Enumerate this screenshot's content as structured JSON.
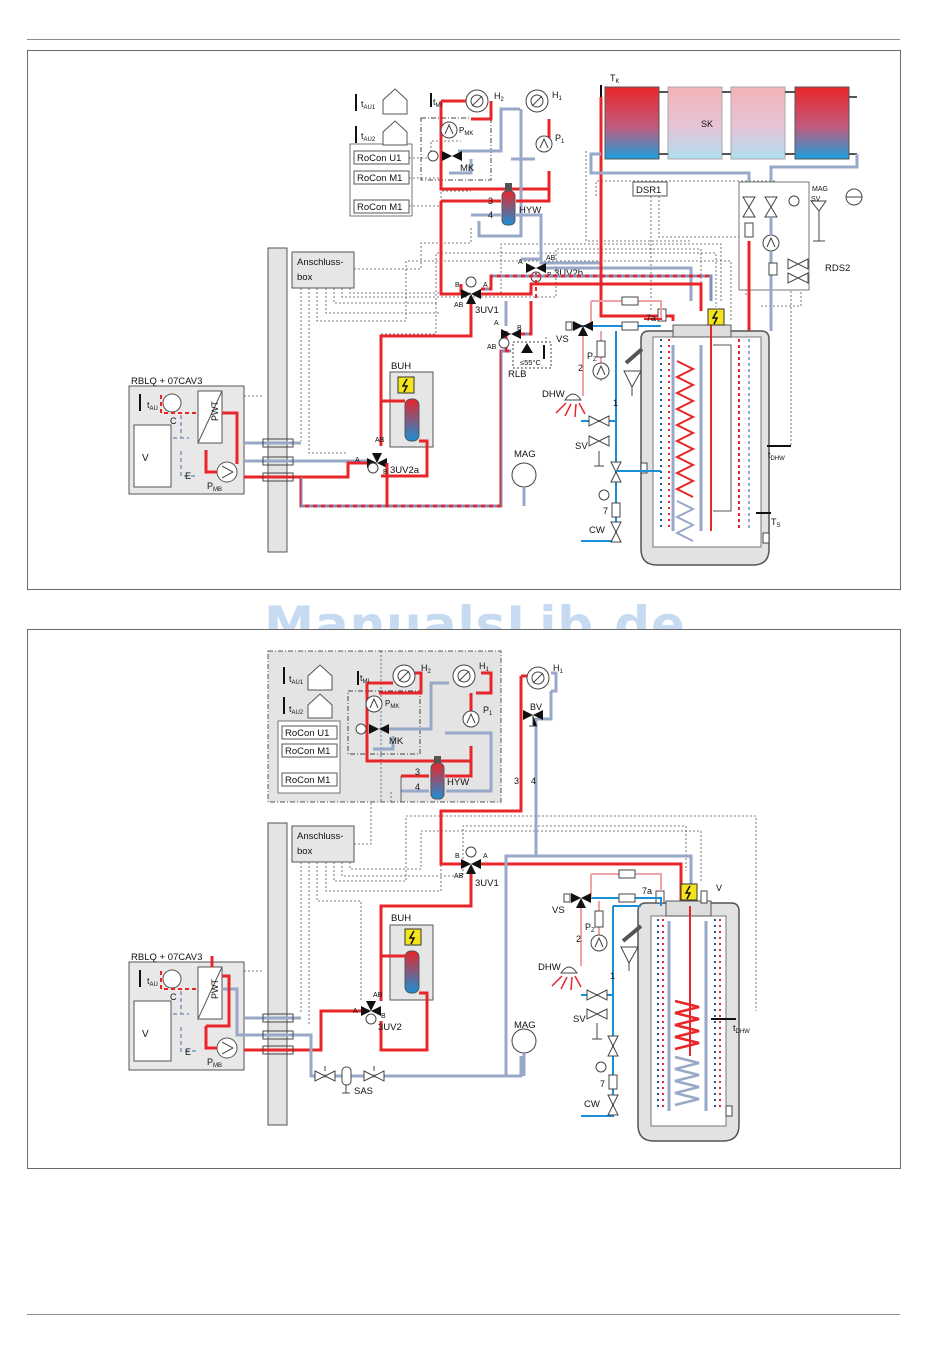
{
  "watermark": "ManualsLib.de",
  "colors": {
    "hot": "#e8262a",
    "return": "#98a8c8",
    "cold": "#1a8fd8",
    "control": "#555555",
    "box": "#e6e6e6"
  },
  "diagram_top": {
    "outdoor_unit": "RBLQ + 07CAV3",
    "terminal_box": [
      "Anschluss-",
      "box"
    ],
    "rocon": [
      "RoCon U1",
      "RoCon M1",
      "RoCon M1"
    ],
    "sensor_au1": "t",
    "sensor_au1_sub": "AU1",
    "sensor_au2": "t",
    "sensor_au2_sub": "AU2",
    "sensor_mi": "t",
    "sensor_mi_sub": "MI",
    "mixer": "MK",
    "pump_mk": "P",
    "pump_mk_sub": "MK",
    "pump_1": "P",
    "pump_1_sub": "1",
    "h1": "H",
    "h1_sub": "1",
    "h2": "H",
    "h2_sub": "2",
    "hyw": "HYW",
    "num3": "3",
    "num4": "4",
    "v3uv2b": "3UV2b",
    "v3uv1": "3UV1",
    "v3uv2a": "3UV2a",
    "buh": "BUH",
    "rlb": "RLB",
    "rlb_temp": "≤55°C",
    "mag": "MAG",
    "dsr1": "DSR1",
    "sk": "SK",
    "tk": "T",
    "tk_sub": "K",
    "rds2": "RDS2",
    "mag_sv": "MAG",
    "sv_small": "SV",
    "vs": "VS",
    "pz": "P",
    "pz_sub": "Z",
    "dhw": "DHW",
    "sv": "SV",
    "cw": "CW",
    "n1": "1",
    "n2": "2",
    "n7": "7",
    "n7a": "7a",
    "t_dhw": "t",
    "t_dhw_sub": "DHW",
    "ts": "T",
    "ts_sub": "S",
    "tau": "t",
    "tau_sub": "AU",
    "pwt": "PWT",
    "c": "C",
    "e": "E",
    "v": "V",
    "pmb": "P",
    "pmb_sub": "MB",
    "ab": "AB",
    "a": "A",
    "b": "B"
  },
  "diagram_bottom": {
    "outdoor_unit": "RBLQ + 07CAV3",
    "terminal_box": [
      "Anschluss-",
      "box"
    ],
    "rocon": [
      "RoCon U1",
      "RoCon M1",
      "RoCon M1"
    ],
    "sensor_au1": "t",
    "sensor_au1_sub": "AU1",
    "sensor_au2": "t",
    "sensor_au2_sub": "AU2",
    "sensor_mi": "t",
    "sensor_mi_sub": "MI",
    "mixer": "MK",
    "pump_mk": "P",
    "pump_mk_sub": "MK",
    "pump_1": "P",
    "pump_1_sub": "1",
    "h1": "H",
    "h1_sub": "1",
    "h2": "H",
    "h2_sub": "2",
    "h1b": "H",
    "h1b_sub": "1",
    "bv": "BV",
    "hyw": "HYW",
    "num3": "3",
    "num4": "4",
    "v3uv1": "3UV1",
    "v3uv2": "3UV2",
    "buh": "BUH",
    "mag": "MAG",
    "sas": "SAS",
    "vs": "VS",
    "pz": "P",
    "pz_sub": "Z",
    "dhw": "DHW",
    "sv": "SV",
    "cw": "CW",
    "n1": "1",
    "n2": "2",
    "n7": "7",
    "n7a": "7a",
    "v_label": "V",
    "t_dhw": "t",
    "t_dhw_sub": "DHW",
    "tau": "t",
    "tau_sub": "AU",
    "pwt": "PWT",
    "c": "C",
    "e": "E",
    "v": "V",
    "pmb": "P",
    "pmb_sub": "MB",
    "ab": "AB",
    "a": "A",
    "b": "B"
  }
}
